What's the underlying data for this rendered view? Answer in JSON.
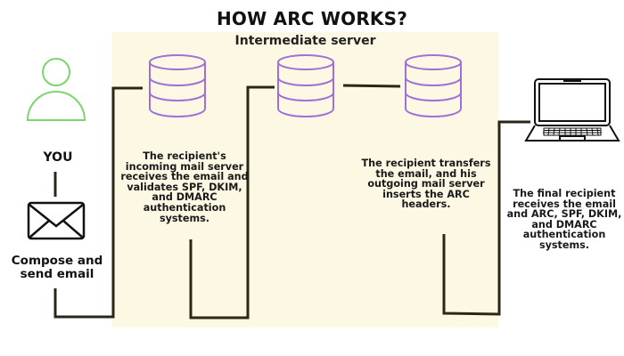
{
  "title": "HOW ARC WORKS?",
  "panel": {
    "label": "Intermediate server",
    "background": "#fdf8e4"
  },
  "sender": {
    "label": "YOU",
    "action": "Compose and send email",
    "icon": "user-icon",
    "icon_color": "#7fd36e"
  },
  "steps": [
    {
      "icon": "database-icon",
      "text": "The recipient's incoming mail server receives the email and validates SPF, DKIM, and DMARC authentication systems."
    },
    {
      "icon": "database-icon",
      "text": ""
    },
    {
      "icon": "database-icon",
      "text": "The recipient transfers the email, and his outgoing mail server inserts the ARC headers."
    }
  ],
  "final": {
    "icon": "laptop-icon",
    "text": "The final recipient receives the email and ARC, SPF, DKIM, and DMARC authentication systems."
  },
  "colors": {
    "server_icon": "#a070d8",
    "connector": "#2a2718"
  }
}
